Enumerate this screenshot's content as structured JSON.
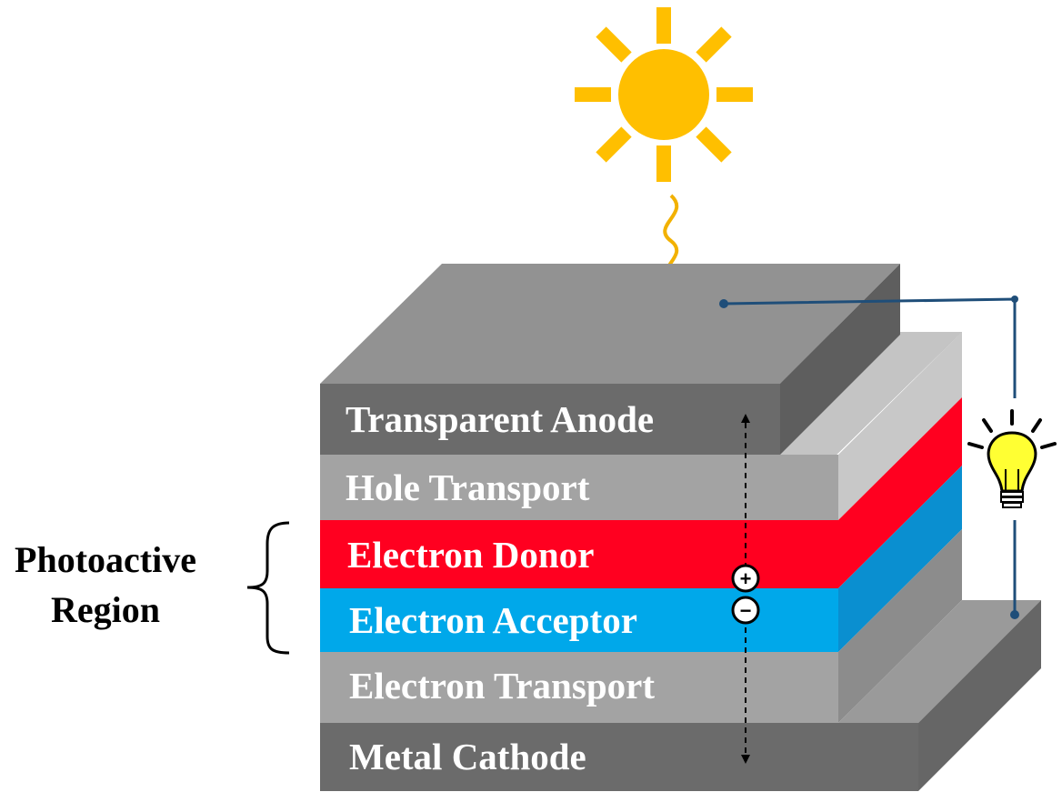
{
  "layers": [
    {
      "key": "transparent_anode",
      "label": "Transparent Anode",
      "color": "#6b6b6b"
    },
    {
      "key": "hole_transport",
      "label": "Hole Transport",
      "color": "#a3a3a3"
    },
    {
      "key": "electron_donor",
      "label": "Electron Donor",
      "color": "#ff0020"
    },
    {
      "key": "electron_acceptor",
      "label": "Electron Acceptor",
      "color": "#00a8ea"
    },
    {
      "key": "electron_transport",
      "label": "Electron Transport",
      "color": "#a3a3a3"
    },
    {
      "key": "metal_cathode",
      "label": "Metal Cathode",
      "color": "#6b6b6b"
    }
  ],
  "photoactive_region": {
    "line1": "Photoactive",
    "line2": "Region"
  },
  "charges": {
    "hole": "+",
    "electron": "−"
  },
  "colors": {
    "sun": "#ffbf00",
    "light_wave": "#f2b100",
    "circuit_wire": "#1f4e79",
    "bulb": "#ffff33",
    "donor": "#ff0020",
    "acceptor": "#00a8ea"
  },
  "icons": [
    "sun-icon",
    "light-wave-icon",
    "light-bulb-icon",
    "brace-icon",
    "arrow-icon"
  ]
}
